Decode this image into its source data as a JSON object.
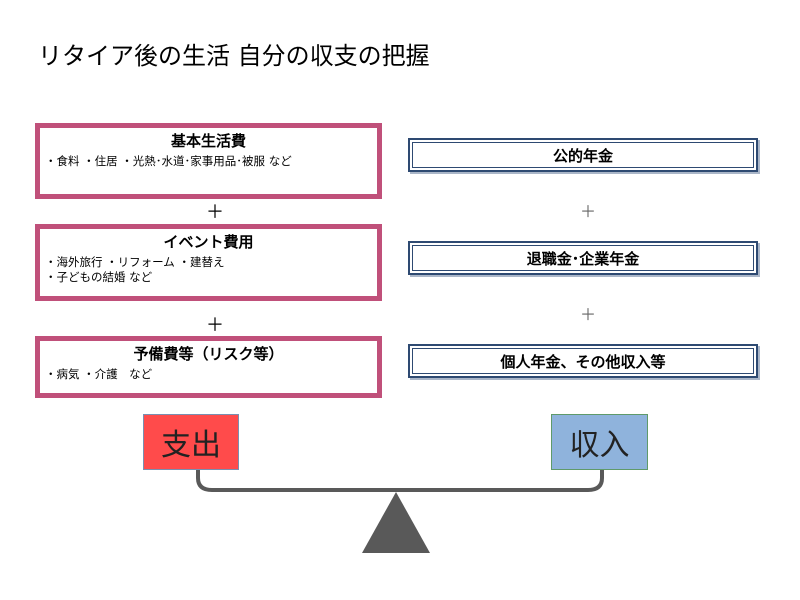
{
  "title": "リタイア後の生活 自分の収支の把握",
  "expenses": [
    {
      "title": "基本生活費",
      "details": [
        "・食料 ・住居 ・光熱･水道･家事用品･被服 など"
      ]
    },
    {
      "title": "イベント費用",
      "details": [
        "・海外旅行 ・リフォーム ・建替え",
        " ・子どもの結婚 など"
      ]
    },
    {
      "title": "予備費等（リスク等）",
      "details": [
        "・病気 ・介護　など"
      ]
    }
  ],
  "income": [
    {
      "title": "公的年金"
    },
    {
      "title": "退職金･企業年金"
    },
    {
      "title": "個人年金、その他収入等"
    }
  ],
  "plus": "＋",
  "plus_right": "＋",
  "expense_label": "支出",
  "income_label": "収入",
  "colors": {
    "expense_border": "#c0507a",
    "income_border": "#2e4a72",
    "expense_fill": "#ff4b4b",
    "income_fill": "#8fb3dc",
    "scale": "#595959"
  }
}
